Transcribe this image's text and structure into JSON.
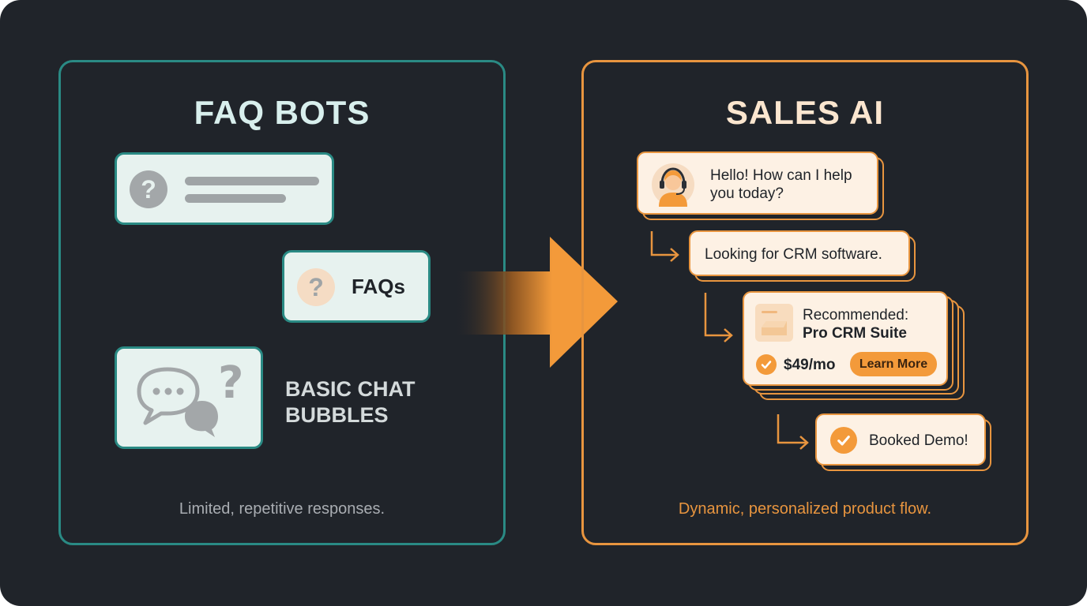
{
  "faq": {
    "title": "FAQ BOTS",
    "faq_label": "FAQs",
    "basic_label_line1": "BASIC CHAT",
    "basic_label_line2": "BUBBLES",
    "caption": "Limited, repetitive responses."
  },
  "sales": {
    "title": "SALES AI",
    "greeting_line1": "Hello! How can I help",
    "greeting_line2": "you today?",
    "user_reply": "Looking for CRM software.",
    "recommended_label": "Recommended:",
    "product_name": "Pro CRM Suite",
    "price": "$49/mo",
    "learn_more": "Learn More",
    "booked": "Booked Demo!",
    "caption": "Dynamic, personalized product flow."
  },
  "colors": {
    "background": "#20242a",
    "teal": "#2a8a84",
    "orange": "#e8953f",
    "mint_bubble": "#e7f2ef",
    "cream_card": "#fdf1e4"
  },
  "icons": [
    "question-icon",
    "chat-dots-icon",
    "agent-headset-icon",
    "product-image-icon",
    "check-icon",
    "flow-arrow-icon",
    "transition-arrow-icon"
  ]
}
